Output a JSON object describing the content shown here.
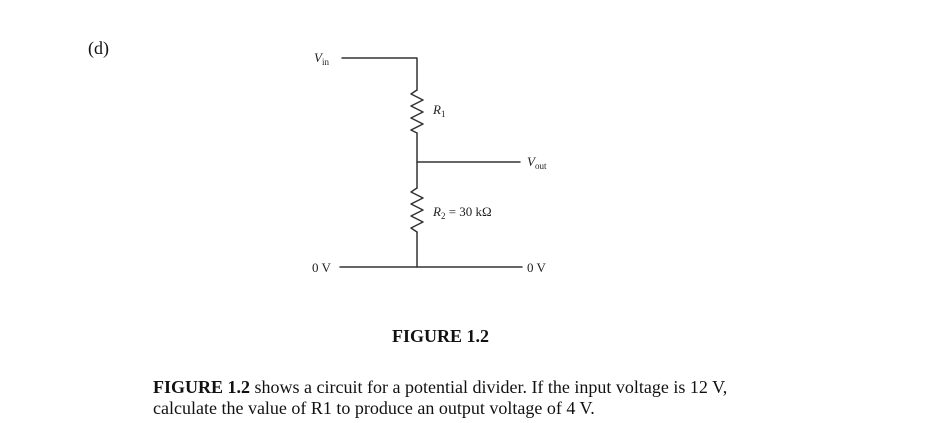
{
  "part_label": "(d)",
  "circuit": {
    "vin": {
      "main": "V",
      "sub": "in"
    },
    "vout": {
      "main": "V",
      "sub": "out"
    },
    "r1": {
      "main": "R",
      "sub": "1"
    },
    "r2": {
      "main": "R",
      "sub": "2",
      "value": " = 30 kΩ"
    },
    "ground_left": "0 V",
    "ground_right": "0 V"
  },
  "figure_caption": "FIGURE 1.2",
  "question": {
    "figure_ref": "FIGURE 1.2",
    "line1": " shows a circuit for a potential divider. If the input voltage is 12 V,",
    "line2": "calculate the value of R1 to produce an output voltage of 4 V."
  }
}
